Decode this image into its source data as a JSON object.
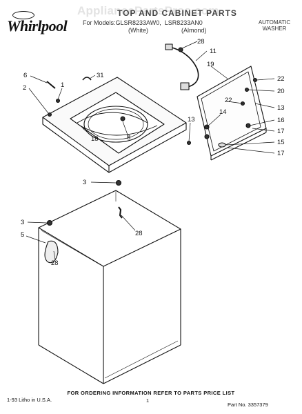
{
  "header": {
    "brand": "Whirlpool",
    "watermark": "AppliancePartsPros.com",
    "title": "TOP AND CABINET PARTS",
    "models_prefix": "For Models: ",
    "model_1": "GLSR8233AW0,",
    "model_2": "LSR8233AN0",
    "color_1": "(White)",
    "color_2": "(Almond)",
    "type_line1": "AUTOMATIC",
    "type_line2": "WASHER"
  },
  "callouts": [
    "28",
    "11",
    "31",
    "6",
    "1",
    "2",
    "19",
    "22",
    "20",
    "22",
    "13",
    "14",
    "16",
    "17",
    "8",
    "18",
    "13",
    "15",
    "17",
    "3",
    "3",
    "28",
    "5",
    "28"
  ],
  "footer": {
    "ordering_note": "FOR ORDERING INFORMATION REFER TO PARTS PRICE LIST",
    "lithograph": "1-93 Litho in U.S.A.",
    "page_number": "1",
    "part_number": "Part No. 3357379"
  }
}
